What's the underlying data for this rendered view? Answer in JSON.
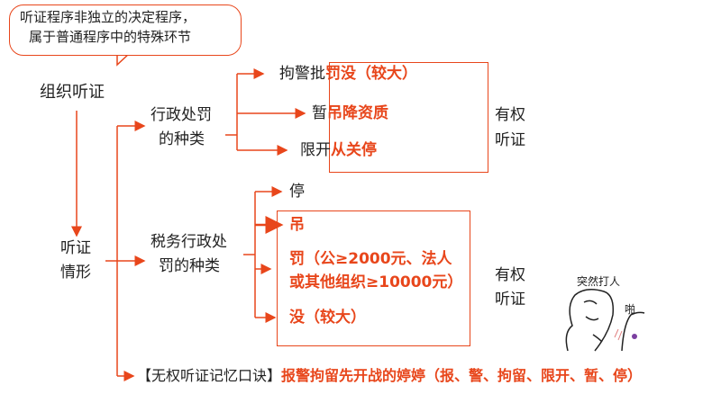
{
  "bubble": {
    "line1": "听证程序非独立的决定程序，",
    "line2": "属于普通程序中的特殊环节"
  },
  "root": "组织听证",
  "cases": {
    "line1": "听证",
    "line2": "情形"
  },
  "admin": {
    "title1": "行政处罚",
    "title2": "的种类",
    "items": [
      {
        "plain": "拘警批",
        "highlight": "罚没（较大）"
      },
      {
        "plain": "暂",
        "highlight": "吊降资质"
      },
      {
        "plain": "限开",
        "highlight": "从关停"
      }
    ],
    "result1": "有权",
    "result2": "听证"
  },
  "tax": {
    "title1": "税务行政处",
    "title2": "罚的种类",
    "plain_item": "停",
    "items": [
      "吊",
      "罚（公≥2000元、法人",
      "或其他组织≥10000元）",
      "没（较大）"
    ],
    "result1": "有权",
    "result2": "听证"
  },
  "meme": {
    "caption": "突然打人",
    "sound": "啪"
  },
  "mnemonic": {
    "label": "【无权听证记忆口诀】",
    "text": "报警拘留先开战的婷婷（报、警、拘留、限开、暂、停）"
  },
  "colors": {
    "accent": "#e8461b"
  }
}
